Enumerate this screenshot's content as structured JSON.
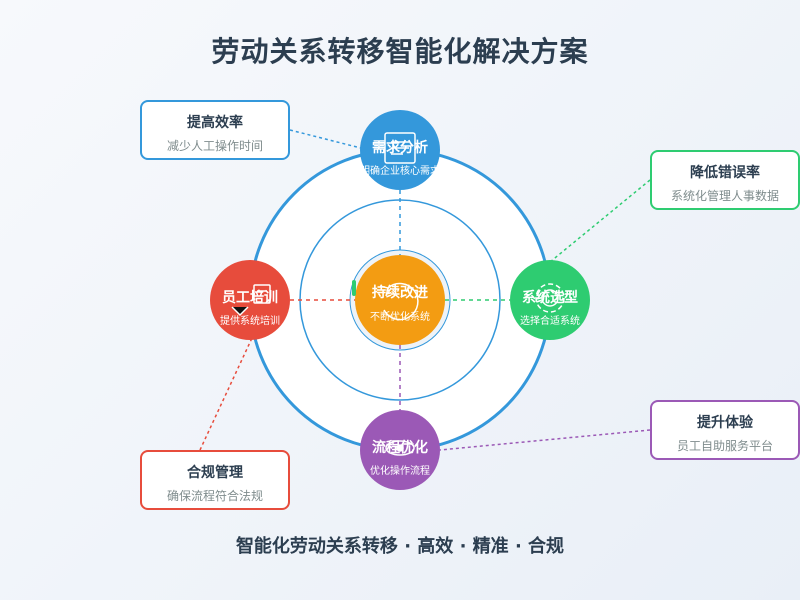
{
  "title": "劳动关系转移智能化解决方案",
  "footer": "智能化劳动关系转移 · 高效 · 精准 · 合规",
  "center": {
    "title": "持续改进",
    "subtitle": "不断优化系统"
  },
  "nodes": {
    "top": {
      "title": "需求分析",
      "subtitle": "明确企业核心需求",
      "color": "#3498db",
      "icon": "document-icon"
    },
    "right": {
      "title": "系统选型",
      "subtitle": "选择合适系统",
      "color": "#2ecc71",
      "icon": "settings-icon"
    },
    "bottom": {
      "title": "流程优化",
      "subtitle": "优化操作流程",
      "color": "#9b59b6",
      "icon": "flow-icon"
    },
    "left": {
      "title": "员工培训",
      "subtitle": "提供系统培训",
      "color": "#e74c3c",
      "icon": "training-icon"
    }
  },
  "callouts": {
    "efficiency": {
      "title": "提高效率",
      "subtitle": "减少人工操作时间",
      "color": "#3498db"
    },
    "errors": {
      "title": "降低错误率",
      "subtitle": "系统化管理人事数据",
      "color": "#2ecc71"
    },
    "experience": {
      "title": "提升体验",
      "subtitle": "员工自助服务平台",
      "color": "#9b59b6"
    },
    "compliance": {
      "title": "合规管理",
      "subtitle": "确保流程符合法规",
      "color": "#e74c3c"
    }
  },
  "colors": {
    "ring": "#3498db",
    "center": "#f39c12",
    "title": "#2c3e50"
  }
}
